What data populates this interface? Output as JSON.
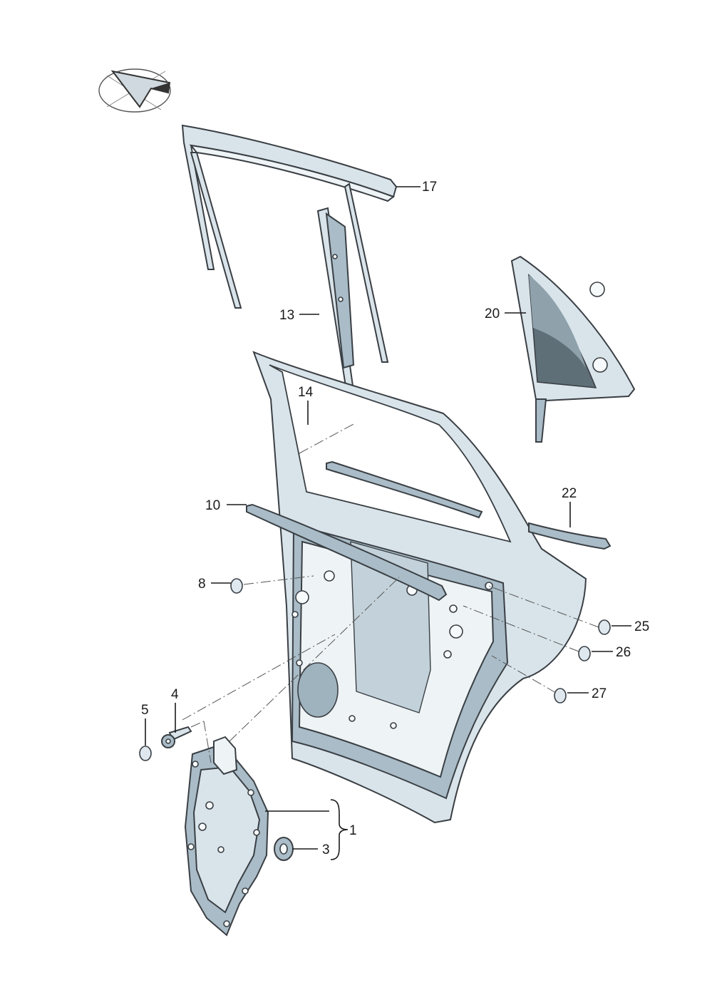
{
  "labels": {
    "p1": "1",
    "p3": "3",
    "p4": "4",
    "p5": "5",
    "p8": "8",
    "p10": "10",
    "p13": "13",
    "p14": "14",
    "p17": "17",
    "p20": "20",
    "p22": "22",
    "p25": "25",
    "p26": "26",
    "p27": "27"
  },
  "colors": {
    "part_fill": "#d9e4ea",
    "part_dark": "#a9bcc7",
    "outline": "#3a3f44",
    "glass": "#5f6f78"
  },
  "icons": {
    "orientation": "direction-arrow-icon"
  }
}
